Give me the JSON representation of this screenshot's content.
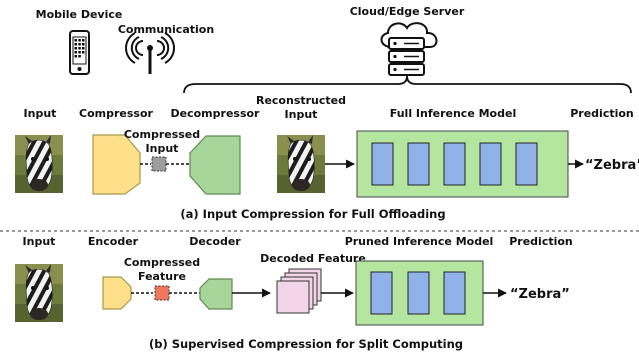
{
  "top": {
    "mobile_device": "Mobile Device",
    "communication": "Communication",
    "cloud_edge_server": "Cloud/Edge Server",
    "input": "Input",
    "compressor": "Compressor",
    "decompressor": "Decompressor",
    "reconstructed_1": "Reconstructed",
    "reconstructed_2": "Input",
    "full_inference_model": "Full Inference Model",
    "prediction": "Prediction",
    "compressed_1": "Compressed",
    "compressed_2": "Input",
    "output": "“Zebra”",
    "caption": "(a) Input Compression for Full Offloading"
  },
  "bottom": {
    "input": "Input",
    "encoder": "Encoder",
    "decoder": "Decoder",
    "pruned_inference_model": "Pruned Inference Model",
    "prediction": "Prediction",
    "compressed_1": "Compressed",
    "compressed_2": "Feature",
    "decoded_feature": "Decoded Feature",
    "output": "“Zebra”",
    "caption": "(b) Supervised Compression for Split Computing"
  },
  "colors": {
    "compressor_fill": "#FFE08A",
    "decompressor_fill": "#A8D69A",
    "model_fill": "#B5E6A0",
    "layer_fill": "#8FB2E8",
    "compressed_input_fill": "#9E9E9E",
    "compressed_feature_fill": "#F0775C",
    "decoded_feature_fill": "#F3D5EA"
  }
}
